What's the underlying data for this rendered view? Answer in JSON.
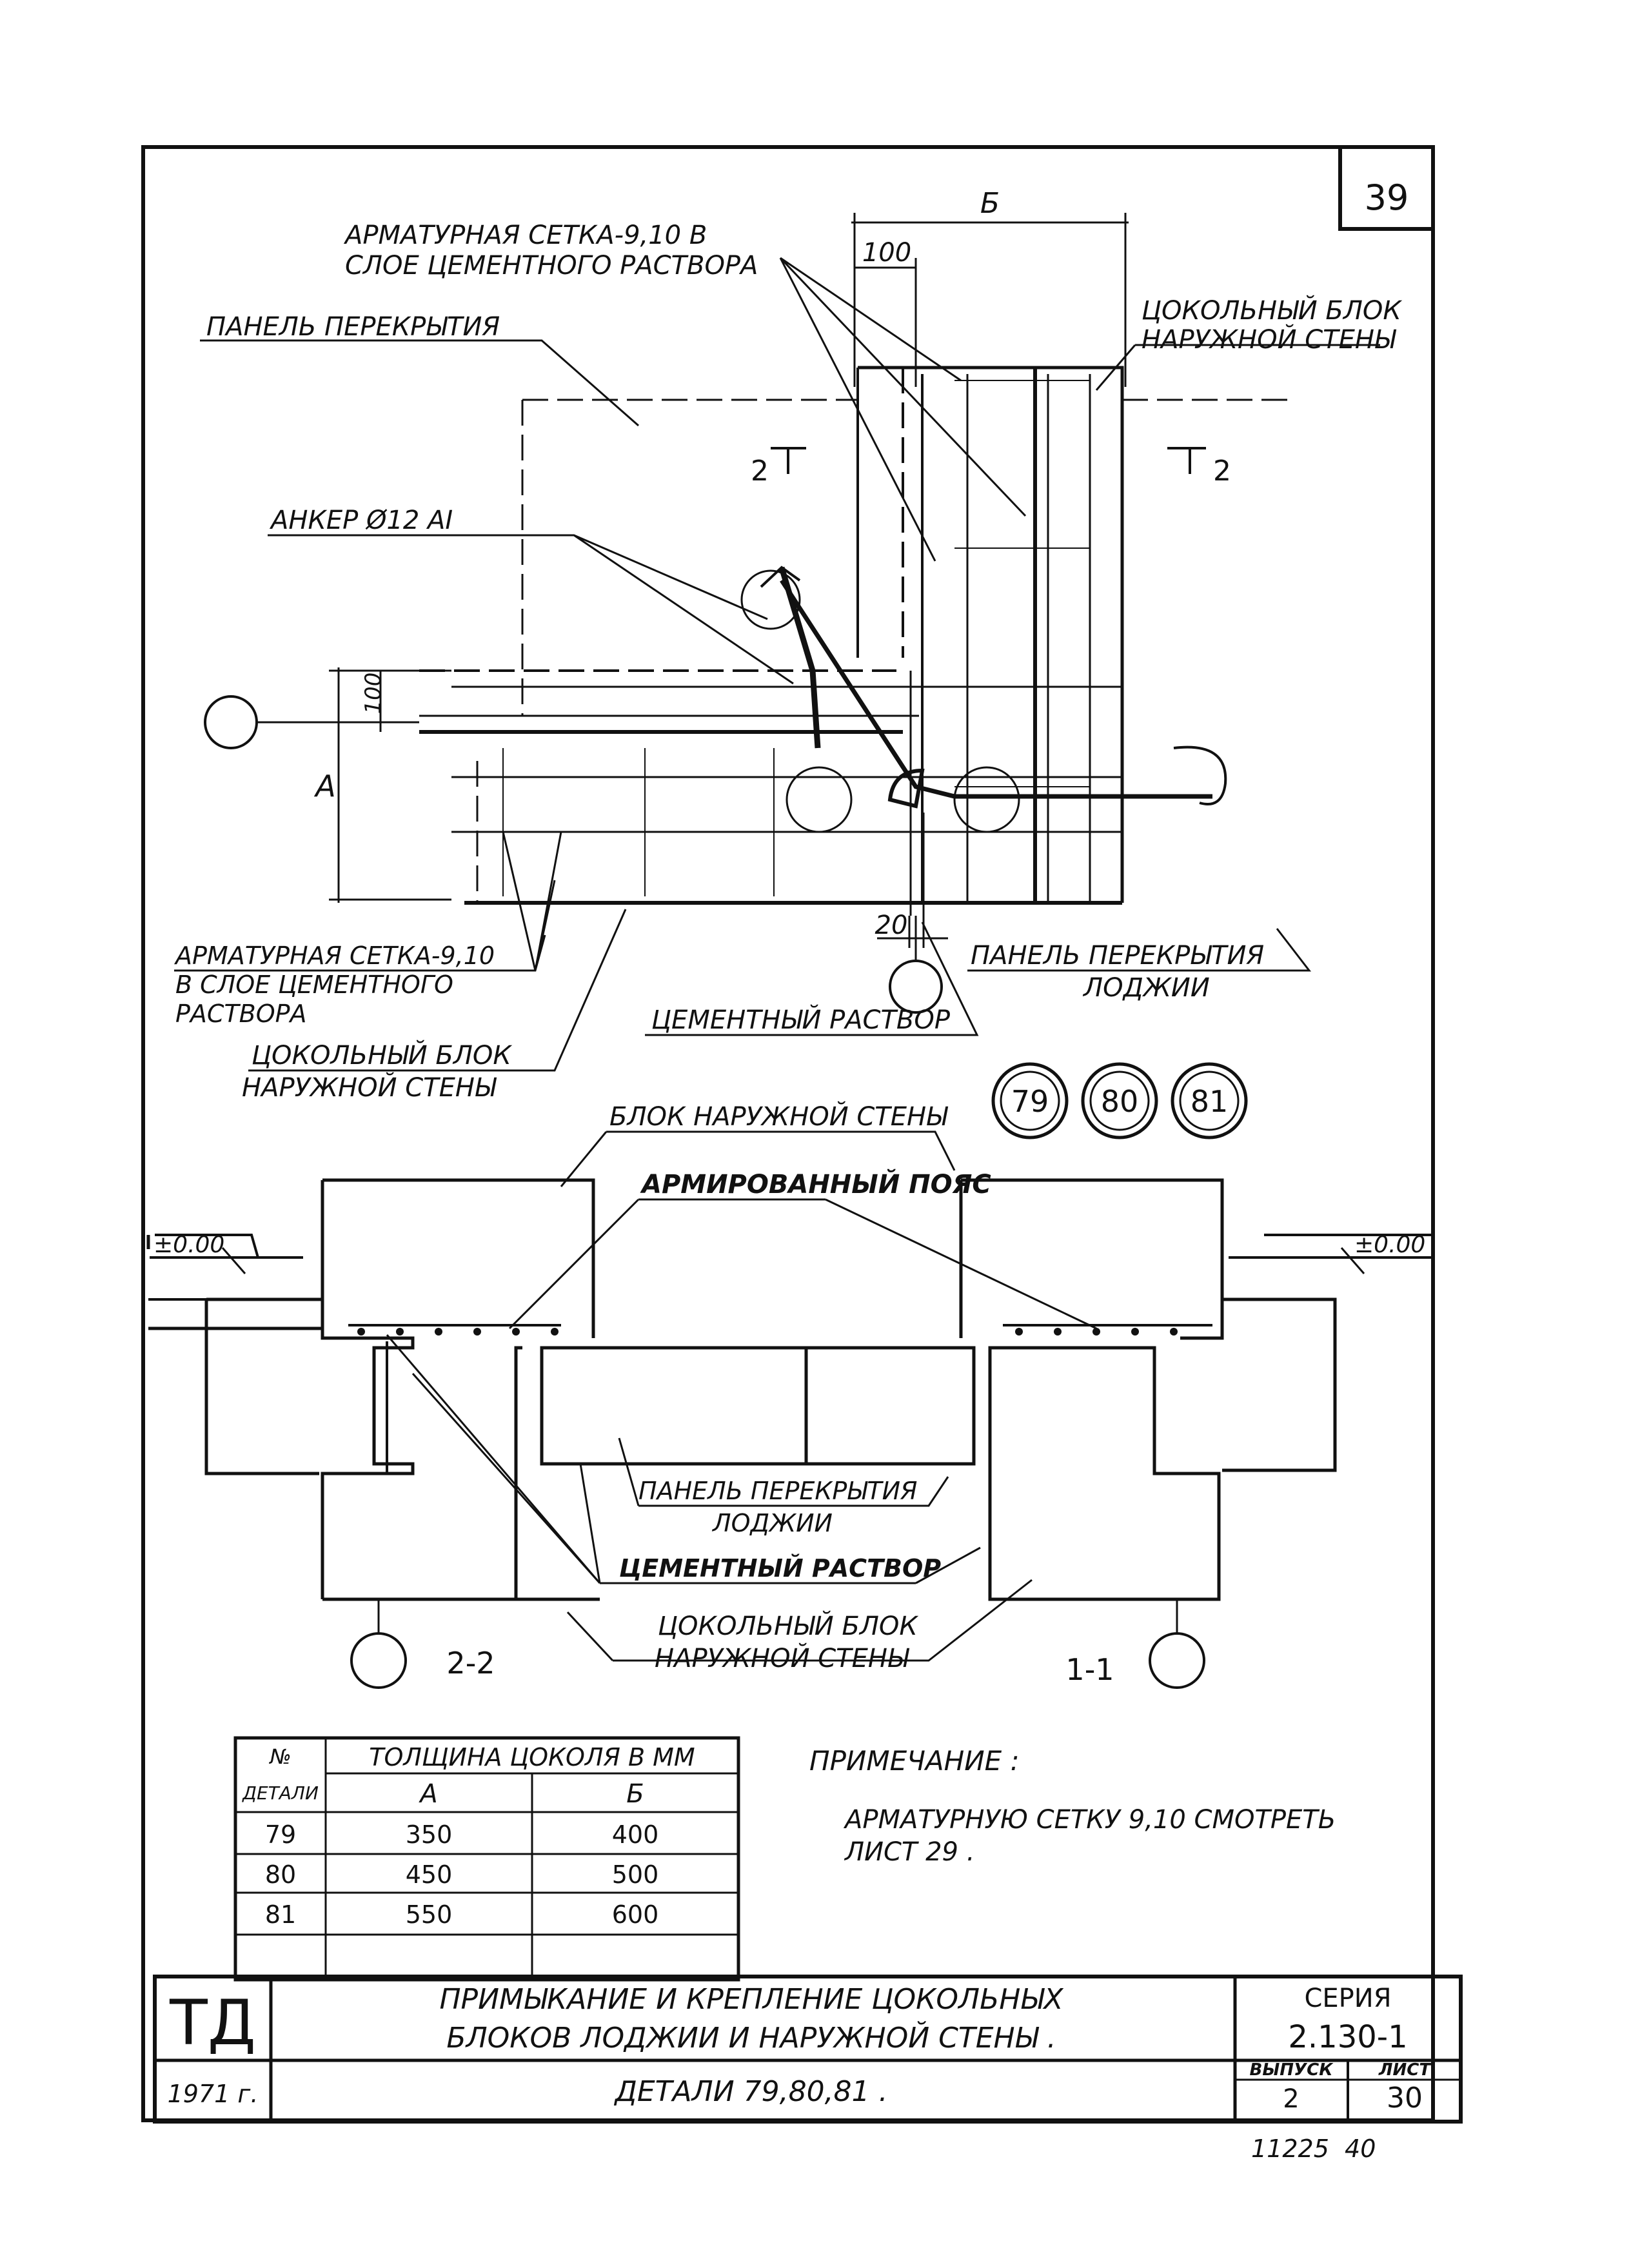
{
  "sheet_corner_number": "39",
  "plan": {
    "dimension_b": "Б",
    "dimension_100_top": "100",
    "dimension_a": "А",
    "dimension_100_left": "100",
    "dimension_20": "20",
    "section_mark_left": "2",
    "section_mark_right": "2",
    "labels": {
      "mesh_top_line1": "АРМАТУРНАЯ СЕТКА-9,10 В",
      "mesh_top_line2": "СЛОЕ ЦЕМЕНТНОГО РАСТВОРА",
      "floor_panel": "ПАНЕЛЬ ПЕРЕКРЫТИЯ",
      "plinth_outer_line1": "ЦОКОЛЬНЫЙ БЛОК",
      "plinth_outer_line2": "НАРУЖНОЙ СТЕНЫ",
      "anchor": "АНКЕР Ø12 АI",
      "mesh_bottom_line1": "АРМАТУРНАЯ СЕТКА-9,10",
      "mesh_bottom_line2": "В СЛОЕ ЦЕМЕНТНОГО",
      "mesh_bottom_line3": "РАСТВОРА",
      "plinth_bottom_line1": "ЦОКОЛЬНЫЙ БЛОК",
      "plinth_bottom_line2": "НАРУЖНОЙ СТЕНЫ",
      "cement_mortar": "ЦЕМЕНТНЫЙ РАСТВОР",
      "loggia_panel_line1": "ПАНЕЛЬ ПЕРЕКРЫТИЯ",
      "loggia_panel_line2": "ЛОДЖИИ"
    }
  },
  "detail_markers": [
    "79",
    "80",
    "81"
  ],
  "sections": {
    "outer_wall_block": "БЛОК НАРУЖНОЙ СТЕНЫ",
    "reinforced_belt": "АРМИРОВАННЫЙ ПОЯС",
    "level_left": "±0.00",
    "level_right": "±0.00",
    "loggia_panel_line1": "ПАНЕЛЬ ПЕРЕКРЫТИЯ",
    "loggia_panel_line2": "ЛОДЖИИ",
    "cement_mortar": "ЦЕМЕНТНЫЙ РАСТВОР",
    "plinth_line1": "ЦОКОЛЬНЫЙ БЛОК",
    "plinth_line2": "НАРУЖНОЙ СТЕНЫ",
    "section_left": "2-2",
    "section_right": "1-1"
  },
  "table": {
    "col_no_line1": "№",
    "col_no_line2": "ДЕТАЛИ",
    "col_group": "ТОЛЩИНА ЦОКОЛЯ В ММ",
    "col_a": "А",
    "col_b": "Б",
    "rows": [
      {
        "no": "79",
        "a": "350",
        "b": "400"
      },
      {
        "no": "80",
        "a": "450",
        "b": "500"
      },
      {
        "no": "81",
        "a": "550",
        "b": "600"
      }
    ]
  },
  "note": {
    "title": "ПРИМЕЧАНИЕ :",
    "line1": "АРМАТУРНУЮ СЕТКУ 9,10 СМОТРЕТЬ",
    "line2": "ЛИСТ 29 ."
  },
  "title_block": {
    "org": "ТД",
    "year": "1971 г.",
    "title_line1": "ПРИМЫКАНИЕ И КРЕПЛЕНИЕ ЦОКОЛЬНЫХ",
    "title_line2": "БЛОКОВ ЛОДЖИИ И НАРУЖНОЙ СТЕНЫ .",
    "title_line3": "ДЕТАЛИ 79,80,81 .",
    "series_label": "СЕРИЯ",
    "series_value": "2.130-1",
    "issue_label": "ВЫПУСК",
    "issue_value": "2",
    "sheet_label": "ЛИСТ",
    "sheet_value": "30"
  },
  "archive_number": "11225  40"
}
